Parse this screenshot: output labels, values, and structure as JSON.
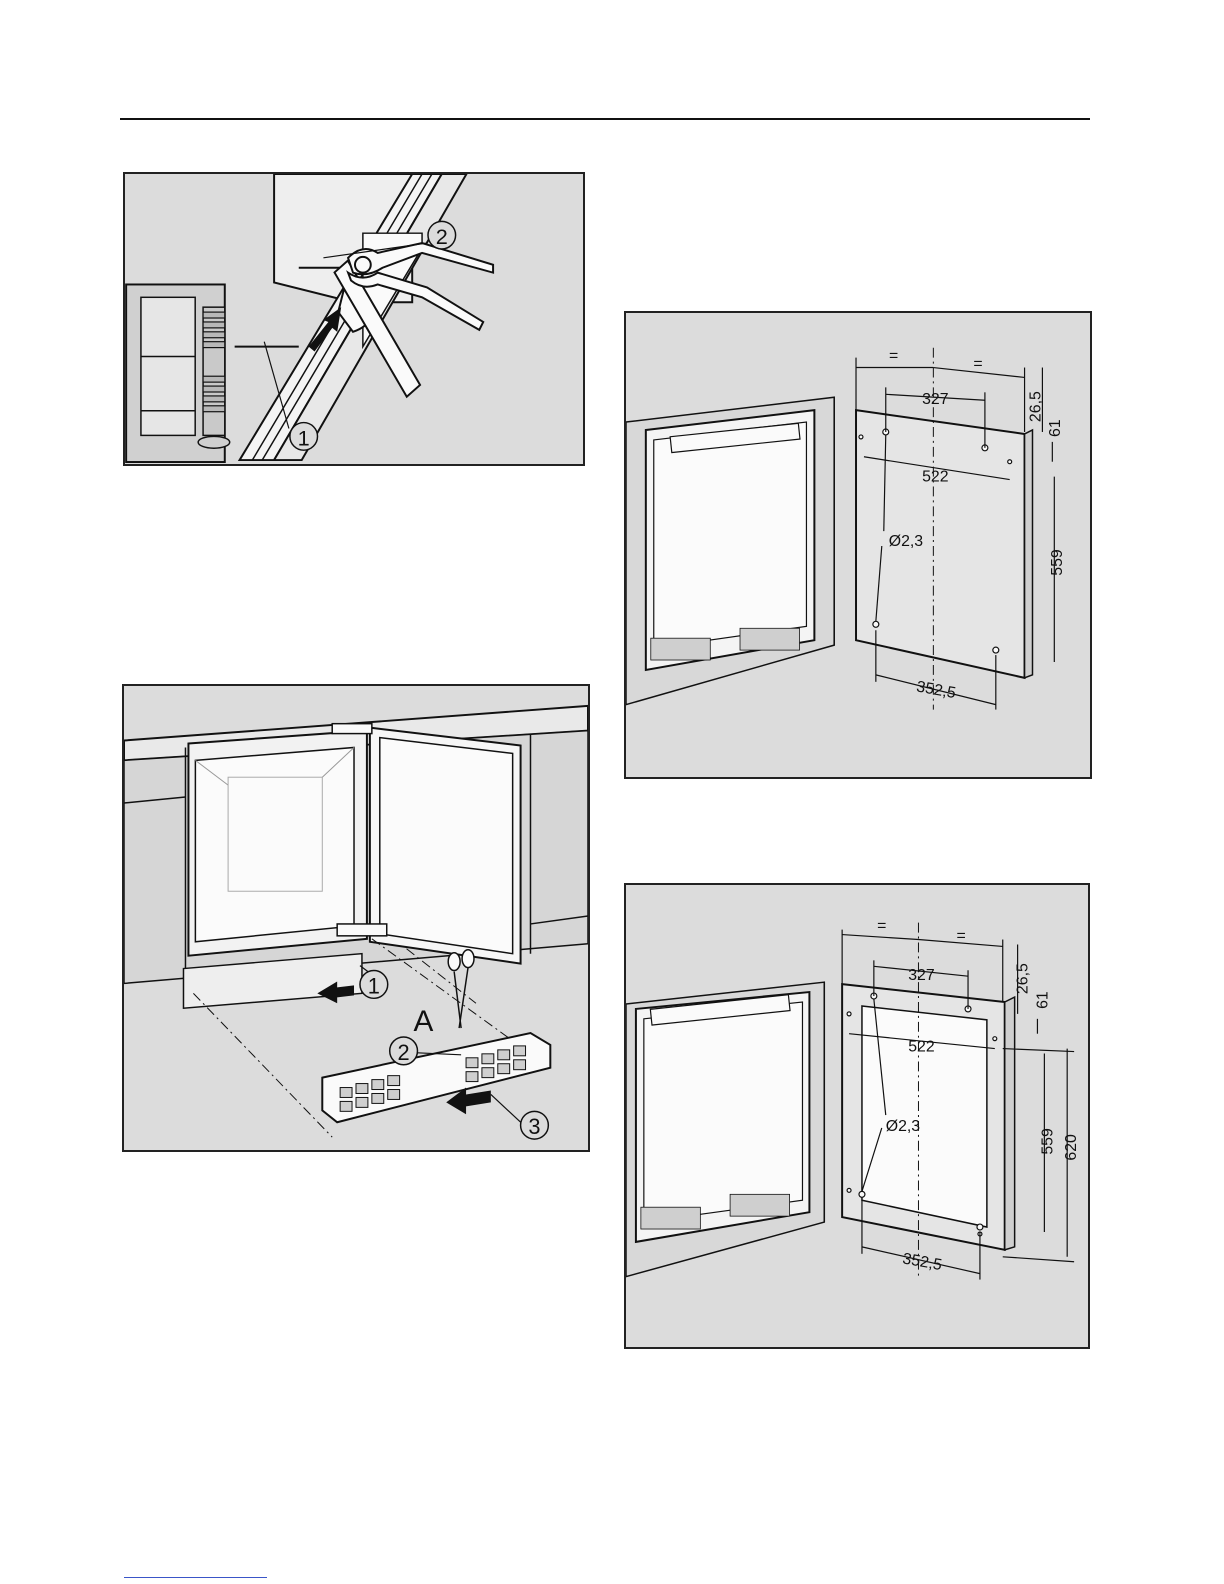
{
  "figure1": {
    "callouts": [
      "1",
      "2"
    ]
  },
  "figure2": {
    "callouts": [
      "1",
      "2",
      "3"
    ],
    "label_a": "A"
  },
  "figure3": {
    "dims": {
      "eq_left": "=",
      "eq_right": "=",
      "d327": "327",
      "d26_5": "26,5",
      "d61": "61",
      "d522": "522",
      "d559": "559",
      "diameter": "Ø2,3",
      "d352_5": "352,5"
    }
  },
  "figure4": {
    "dims": {
      "eq_left": "=",
      "eq_right": "=",
      "d327": "327",
      "d26_5": "26,5",
      "d61": "61",
      "d522": "522",
      "d559": "559",
      "d620": "620",
      "diameter": "Ø2,3",
      "d352_5": "352,5"
    }
  },
  "colors": {
    "figure_background": "#dcdcdc",
    "line": "#111111",
    "footer_link": "#3a55c8"
  }
}
